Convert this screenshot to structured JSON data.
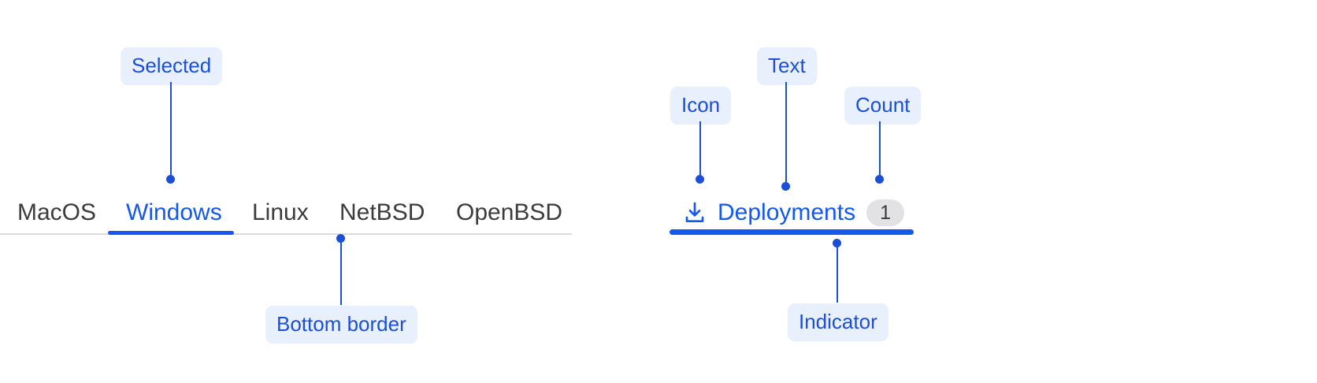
{
  "theme": {
    "accent_blue": "#1558f0",
    "annotation_blue": "#1a4fd6",
    "annotation_bg": "#e9f0fd",
    "tab_text": "#3c3c3c",
    "rule_gray": "#dcdcdc",
    "badge_bg": "#e2e2e4"
  },
  "tabstrip": {
    "tabs": [
      {
        "label": "MacOS",
        "selected": false
      },
      {
        "label": "Windows",
        "selected": true
      },
      {
        "label": "Linux",
        "selected": false
      },
      {
        "label": "NetBSD",
        "selected": false
      },
      {
        "label": "OpenBSD",
        "selected": false
      }
    ]
  },
  "deployment_tab": {
    "icon": "download-icon",
    "label": "Deployments",
    "count": "1",
    "selected": true
  },
  "annotations": [
    {
      "id": "selected",
      "label": "Selected"
    },
    {
      "id": "bottom-border",
      "label": "Bottom border"
    },
    {
      "id": "icon",
      "label": "Icon"
    },
    {
      "id": "text",
      "label": "Text"
    },
    {
      "id": "count",
      "label": "Count"
    },
    {
      "id": "indicator",
      "label": "Indicator"
    }
  ]
}
